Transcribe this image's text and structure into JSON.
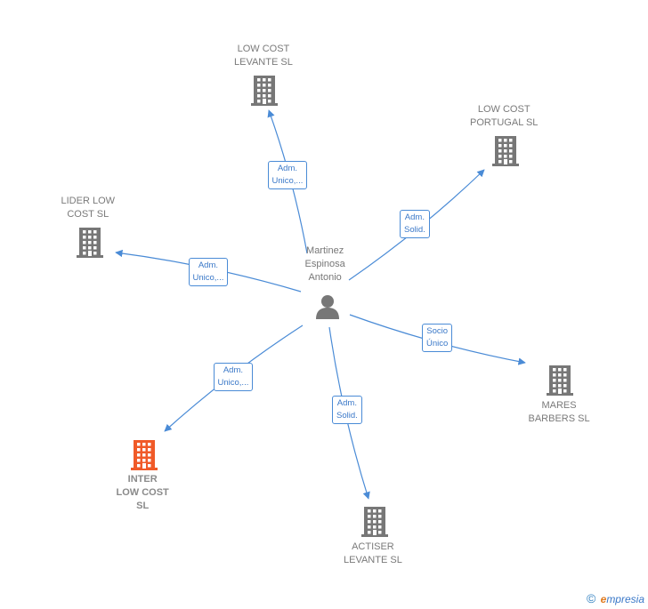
{
  "center": {
    "lines": [
      "Martinez",
      "Espinosa",
      "Antonio"
    ],
    "icon": "person-icon"
  },
  "companies": [
    {
      "id": "levante",
      "lines": [
        "LOW COST",
        "LEVANTE  SL"
      ],
      "icon": "building-icon",
      "color": "#777777",
      "highlight": false
    },
    {
      "id": "portugal",
      "lines": [
        "LOW COST",
        "PORTUGAL  SL"
      ],
      "icon": "building-icon",
      "color": "#777777",
      "highlight": false
    },
    {
      "id": "lider",
      "lines": [
        "LIDER LOW",
        "COST  SL"
      ],
      "icon": "building-icon",
      "color": "#777777",
      "highlight": false
    },
    {
      "id": "mares",
      "lines": [
        "MARES",
        "BARBERS  SL"
      ],
      "icon": "building-icon",
      "color": "#777777",
      "highlight": false
    },
    {
      "id": "inter",
      "lines": [
        "INTER",
        "LOW COST",
        "SL"
      ],
      "icon": "building-icon",
      "color": "#f05a28",
      "highlight": true
    },
    {
      "id": "actiser",
      "lines": [
        "ACTISER",
        "LEVANTE  SL"
      ],
      "icon": "building-icon",
      "color": "#777777",
      "highlight": false
    }
  ],
  "edges": [
    {
      "to": "levante",
      "lines": [
        "Adm.",
        "Unico,..."
      ]
    },
    {
      "to": "portugal",
      "lines": [
        "Adm.",
        "Solid."
      ]
    },
    {
      "to": "lider",
      "lines": [
        "Adm.",
        "Unico,..."
      ]
    },
    {
      "to": "mares",
      "lines": [
        "Socio",
        "Único"
      ]
    },
    {
      "to": "inter",
      "lines": [
        "Adm.",
        "Unico,..."
      ]
    },
    {
      "to": "actiser",
      "lines": [
        "Adm.",
        "Solid."
      ]
    }
  ],
  "colors": {
    "edge": "#4a8bd6",
    "node_gray": "#777777",
    "node_highlight": "#f05a28"
  },
  "footer": {
    "copyright_symbol": "©",
    "brand_first": "e",
    "brand_rest": "mpresia"
  }
}
